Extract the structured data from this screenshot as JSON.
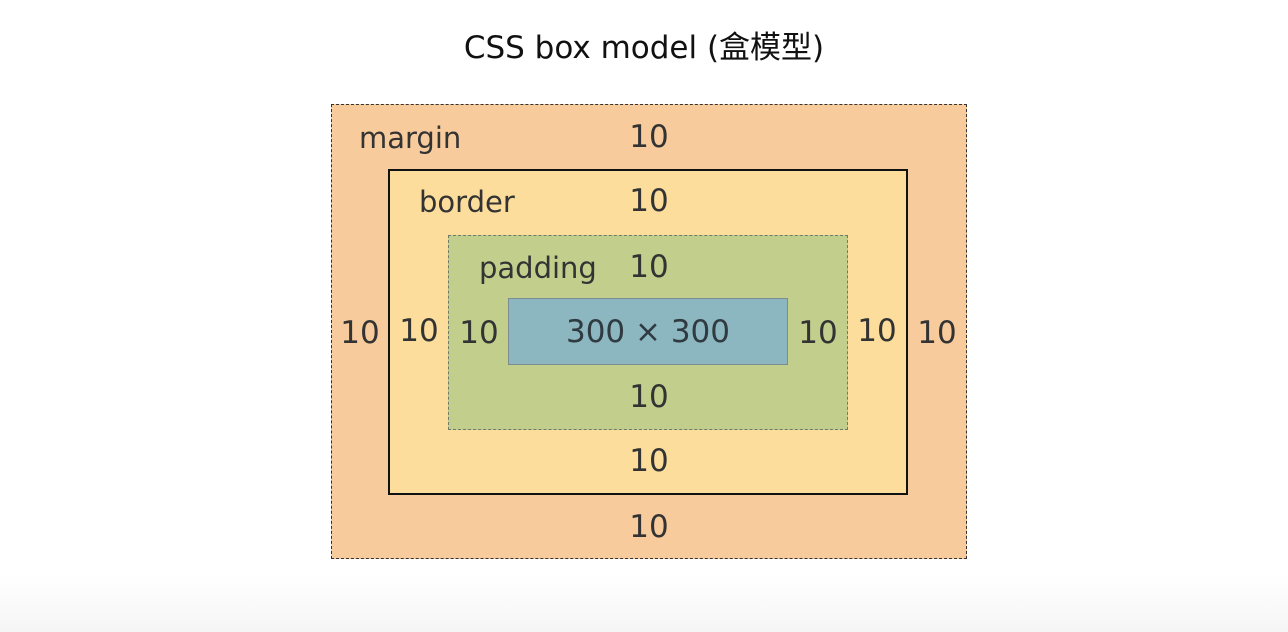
{
  "title": "CSS box model (盒模型)",
  "colors": {
    "margin": "#f8cb9c",
    "border": "#fcdd9c",
    "padding": "#c2cf8c",
    "content": "#8cb6c0"
  },
  "margin": {
    "label": "margin",
    "top": "10",
    "right": "10",
    "bottom": "10",
    "left": "10"
  },
  "border": {
    "label": "border",
    "top": "10",
    "right": "10",
    "bottom": "10",
    "left": "10"
  },
  "padding": {
    "label": "padding",
    "top": "10",
    "right": "10",
    "bottom": "10",
    "left": "10"
  },
  "content": {
    "label": "300 × 300"
  }
}
